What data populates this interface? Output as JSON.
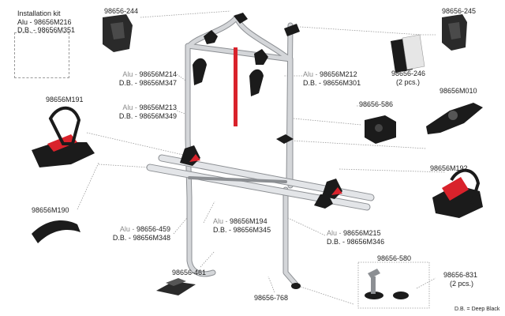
{
  "installation_kit": {
    "title": "Installation kit",
    "line1": "Alu - 98656M216",
    "line2": "D.B. - 98656M351"
  },
  "labels": {
    "p244": "98656-244",
    "p245": "98656-245",
    "p214_alu": "98656M214",
    "p214_db": "98656M347",
    "p212_alu": "98656M212",
    "p212_db": "98656M301",
    "p246": "98656-246",
    "p246_qty": "(2 pcs.)",
    "p213_alu": "98656M213",
    "p213_db": "98656M349",
    "p191": "98656M191",
    "p586": "98656-586",
    "p010": "98656M010",
    "p192": "98656M192",
    "p190": "98656M190",
    "p194_alu": "98656M194",
    "p194_db": "98656M345",
    "p459_alu": "98656-459",
    "p459_db": "98656M348",
    "p215_alu": "98656M215",
    "p215_db": "98656M346",
    "p461": "98656-461",
    "p580": "98656-580",
    "p831": "98656-831",
    "p831_qty": "(2 pcs.)",
    "p768": "98656-768",
    "alu_prefix": "Alu -",
    "db_prefix": "D.B. -"
  },
  "footnote": "D.B. = Deep Black",
  "colors": {
    "frame": "#d4d6d9",
    "frame_edge": "#8c8f93",
    "black": "#1b1b1b",
    "red": "#d9222b",
    "leader": "#9a9a9a"
  }
}
